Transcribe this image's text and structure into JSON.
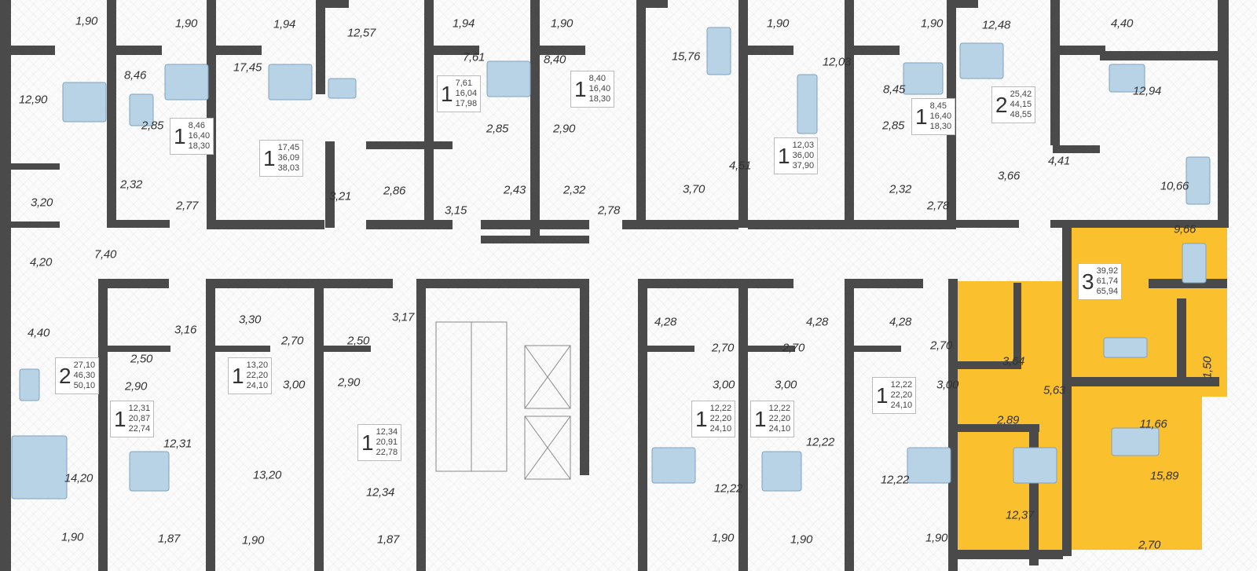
{
  "rooms": [
    "1,90",
    "1,90",
    "1,94",
    "12,57",
    "1,94",
    "1,90",
    "1,90",
    "1,90",
    "12,48",
    "4,40",
    "12,90",
    "8,46",
    "17,45",
    "7,61",
    "8,40",
    "15,76",
    "12,03",
    "8,45",
    "12,94",
    "2,85",
    "2,85",
    "2,90",
    "2,85",
    "2,32",
    "2,77",
    "3,21",
    "2,86",
    "3,15",
    "2,43",
    "2,32",
    "2,78",
    "4,51",
    "3,70",
    "2,32",
    "2,78",
    "3,66",
    "4,41",
    "10,66",
    "9,66",
    "3,20",
    "4,20",
    "7,40",
    "4,40",
    "3,16",
    "3,30",
    "3,17",
    "2,50",
    "2,70",
    "2,50",
    "2,90",
    "3,00",
    "2,90",
    "12,31",
    "13,20",
    "12,34",
    "14,20",
    "1,90",
    "1,87",
    "1,90",
    "1,87",
    "4,28",
    "4,28",
    "4,28",
    "2,70",
    "2,70",
    "2,70",
    "3,00",
    "3,00",
    "3,00",
    "12,22",
    "12,22",
    "12,22",
    "1,90",
    "1,90",
    "1,90",
    "3,64",
    "5,63",
    "2,89",
    "12,37",
    "11,66",
    "1,50",
    "15,89",
    "2,70"
  ],
  "apartments": [
    {
      "rooms": "1",
      "living": "8,46",
      "total": "16,40",
      "total_with_balcony": "18,30"
    },
    {
      "rooms": "1",
      "living": "17,45",
      "total": "36,09",
      "total_with_balcony": "38,03"
    },
    {
      "rooms": "1",
      "living": "7,61",
      "total": "16,04",
      "total_with_balcony": "17,98"
    },
    {
      "rooms": "1",
      "living": "8,40",
      "total": "16,40",
      "total_with_balcony": "18,30"
    },
    {
      "rooms": "1",
      "living": "12,03",
      "total": "36,00",
      "total_with_balcony": "37,90"
    },
    {
      "rooms": "1",
      "living": "8,45",
      "total": "16,40",
      "total_with_balcony": "18,30"
    },
    {
      "rooms": "2",
      "living": "25,42",
      "total": "44,15",
      "total_with_balcony": "48,55"
    },
    {
      "rooms": "3",
      "living": "39,92",
      "total": "61,74",
      "total_with_balcony": "65,94"
    },
    {
      "rooms": "2",
      "living": "27,10",
      "total": "46,30",
      "total_with_balcony": "50,10"
    },
    {
      "rooms": "1",
      "living": "12,31",
      "total": "20,87",
      "total_with_balcony": "22,74"
    },
    {
      "rooms": "1",
      "living": "13,20",
      "total": "22,20",
      "total_with_balcony": "24,10"
    },
    {
      "rooms": "1",
      "living": "12,34",
      "total": "20,91",
      "total_with_balcony": "22,78"
    },
    {
      "rooms": "1",
      "living": "12,22",
      "total": "22,20",
      "total_with_balcony": "24,10"
    },
    {
      "rooms": "1",
      "living": "12,22",
      "total": "22,20",
      "total_with_balcony": "24,10"
    },
    {
      "rooms": "1",
      "living": "12,22",
      "total": "22,20",
      "total_with_balcony": "24,10"
    }
  ],
  "colors": {
    "wall": "#4a4a4a",
    "highlight": "#fbc02d",
    "furniture": "#b9d3e6"
  }
}
